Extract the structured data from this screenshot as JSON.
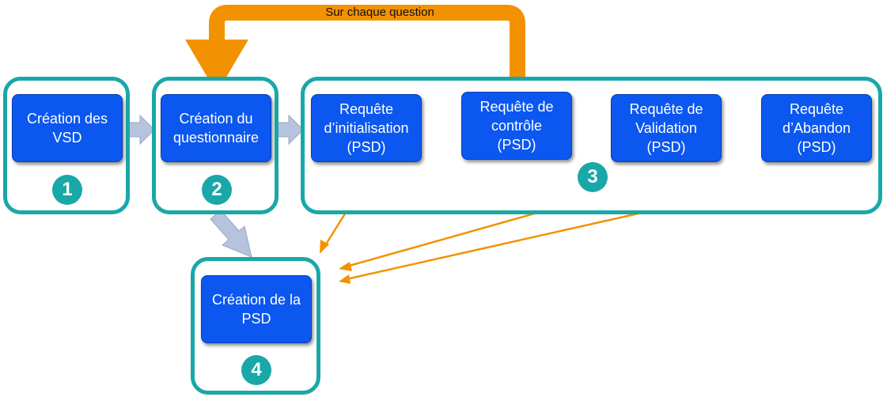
{
  "loop_label": "Sur chaque question",
  "boxes": {
    "vsd": [
      "Création des",
      "VSD"
    ],
    "questionnaire": [
      "Création du",
      "questionnaire"
    ],
    "init": [
      "Requête",
      "d’initialisation",
      "(PSD)"
    ],
    "controle": [
      "Requête de",
      "contrôle",
      "(PSD)"
    ],
    "validation": [
      "Requête de",
      "Validation",
      "(PSD)"
    ],
    "abandon": [
      "Requête",
      "d’Abandon",
      "(PSD)"
    ],
    "psd": [
      "Création de la",
      "PSD"
    ]
  },
  "badges": {
    "b1": "1",
    "b2": "2",
    "b3": "3",
    "b4": "4"
  },
  "colors": {
    "group_border": "#1aa7a8",
    "box_fill": "#0b57f0",
    "flow_arrow": "#b7c3dc",
    "loop_arrow": "#f39200",
    "link_arrow": "#f39200"
  }
}
